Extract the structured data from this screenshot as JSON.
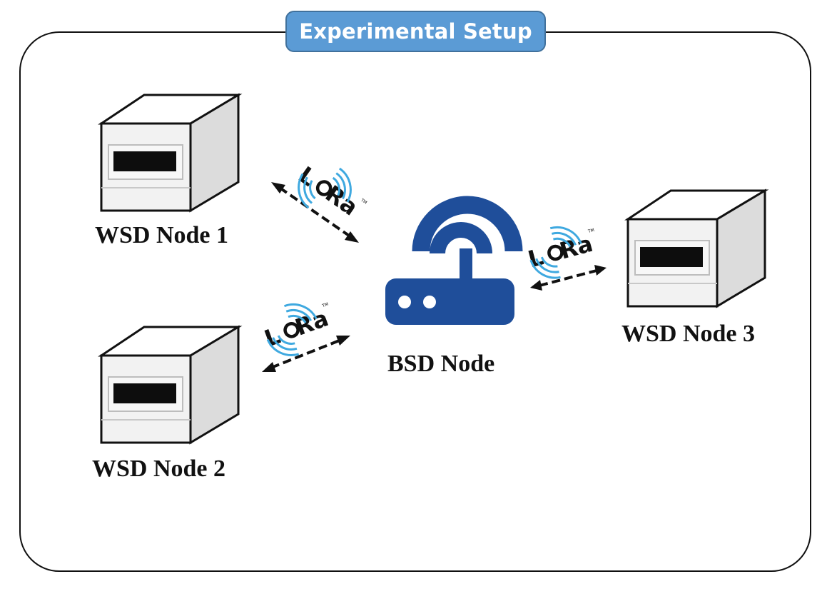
{
  "title": "Experimental Setup",
  "nodes": {
    "wsd1": "WSD Node 1",
    "wsd2": "WSD Node 2",
    "wsd3": "WSD Node 3",
    "bsd": "BSD Node"
  },
  "links": [
    {
      "from": "WSD Node 1",
      "to": "BSD Node",
      "label": "LoRa"
    },
    {
      "from": "WSD Node 2",
      "to": "BSD Node",
      "label": "LoRa"
    },
    {
      "from": "BSD Node",
      "to": "WSD Node 3",
      "label": "LoRa"
    }
  ],
  "colors": {
    "badge": "#5b9bd5",
    "router": "#1f4e9a",
    "lora_waves": "#3fa9e0"
  },
  "icons": [
    "server-box-icon",
    "router-icon",
    "lora-logo"
  ]
}
